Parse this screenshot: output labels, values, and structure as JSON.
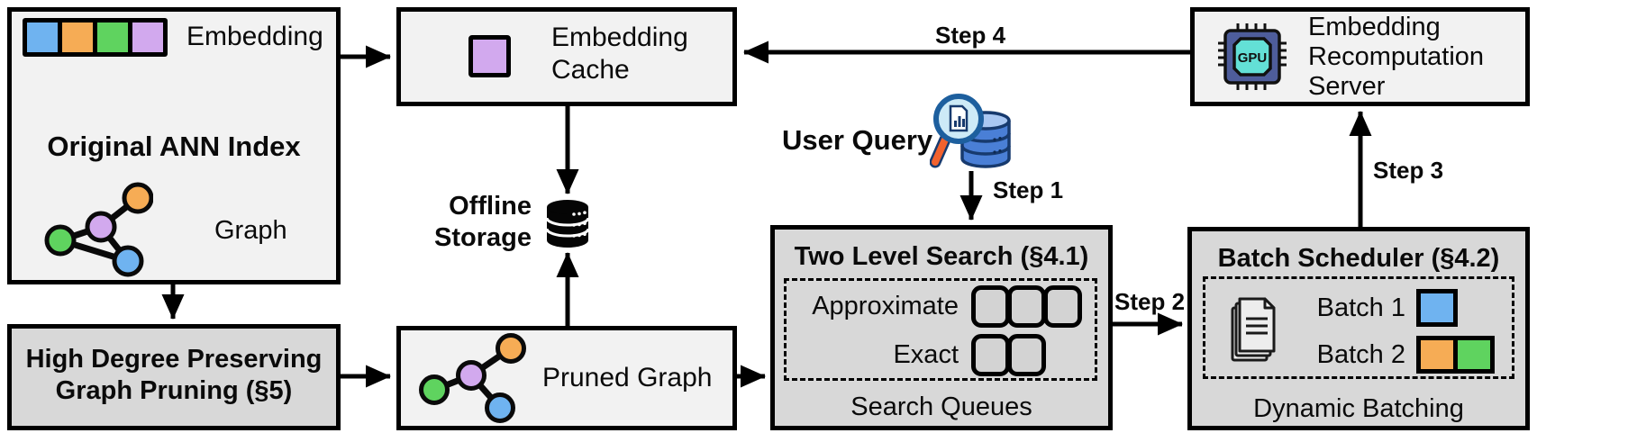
{
  "original_ann_index": {
    "embedding_label": "Embedding",
    "title": "Original ANN Index",
    "graph_label": "Graph"
  },
  "embedding_cache": {
    "label": "Embedding Cache"
  },
  "offline_storage": {
    "label": "Offline Storage"
  },
  "user_query": {
    "label": "User Query"
  },
  "recomputation_server": {
    "label": "Embedding Recomputation Server",
    "gpu_chip_text": "GPU"
  },
  "graph_pruning": {
    "line1": "High Degree Preserving",
    "line2": "Graph Pruning (§5)"
  },
  "pruned_graph": {
    "label": "Pruned Graph"
  },
  "two_level_search": {
    "title": "Two Level Search (§4.1)",
    "approximate_label": "Approximate",
    "exact_label": "Exact",
    "footer": "Search Queues"
  },
  "batch_scheduler": {
    "title": "Batch Scheduler (§4.2)",
    "batch1_label": "Batch 1",
    "batch2_label": "Batch 2",
    "footer": "Dynamic Batching"
  },
  "steps": {
    "step1": "Step 1",
    "step2": "Step 2",
    "step3": "Step 3",
    "step4": "Step 4"
  },
  "colors": {
    "node_blue": "#6fb3f0",
    "node_orange": "#f6ac55",
    "node_green": "#5fd35f",
    "node_purple": "#d2a9ee",
    "box_light": "#f2f2f2",
    "box_dark": "#d8d8d8",
    "gpu_chip_body": "#4e5d9b",
    "gpu_chip_core": "#63e0d6",
    "magnifier_handle": "#f2622e",
    "database_blue": "#4a7fd6"
  },
  "icons": [
    "embedding-vector-icon",
    "graph-icon",
    "cached-embedding-icon",
    "database-storage-icon",
    "query-magnifier-icon",
    "gpu-chip-icon",
    "pruned-graph-icon",
    "documents-stack-icon"
  ]
}
